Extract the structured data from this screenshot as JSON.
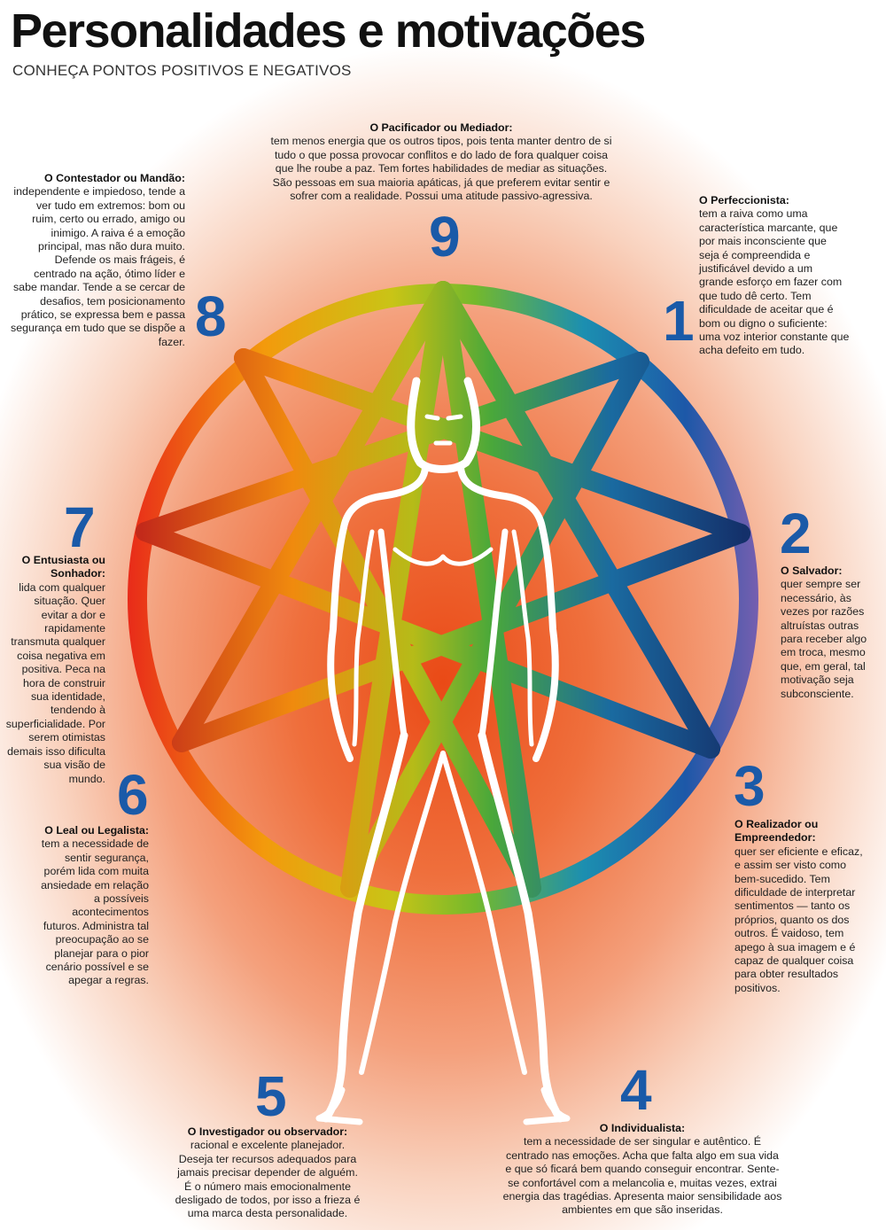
{
  "header": {
    "title": "Personalidades e motivações",
    "subtitle": "CONHEÇA PONTOS POSITIVOS E NEGATIVOS"
  },
  "types": [
    {
      "number": "1",
      "name": "O Perfeccionista:",
      "text": "tem a raiva como uma característica marcante, que por mais inconsciente que seja é compreendida e justificável devido a um grande esforço em fazer com que tudo dê certo. Tem dificuldade de aceitar que é bom ou digno o suficiente: uma voz interior constante que acha defeito em tudo."
    },
    {
      "number": "2",
      "name": "O Salvador:",
      "text": "quer sempre ser necessário, às vezes por razões altruístas outras para receber algo em troca, mesmo que, em geral, tal motivação seja subconsciente."
    },
    {
      "number": "3",
      "name": "O Realizador ou Empreendedor:",
      "text": "quer ser eficiente e eficaz, e assim ser visto como bem-sucedido. Tem dificuldade de interpretar sentimentos — tanto os próprios, quanto os dos outros. É vaidoso, tem apego à sua imagem e é capaz de qualquer coisa para obter resultados positivos."
    },
    {
      "number": "4",
      "name": "O Individualista:",
      "text": "tem a necessidade de ser singular e autêntico. É centrado nas emoções. Acha que falta algo em sua vida e que só ficará bem quando conseguir encontrar. Sente-se confortável com a melancolia e, muitas vezes, extrai energia das tragédias. Apresenta maior sensibilidade aos ambientes em que são inseridas."
    },
    {
      "number": "5",
      "name": "O Investigador ou observador:",
      "text": "racional e excelente planejador. Deseja ter recursos adequados para jamais precisar depender de alguém. É o número mais emocionalmente desligado de todos, por isso a frieza é uma marca desta personalidade."
    },
    {
      "number": "6",
      "name": "O Leal ou Legalista:",
      "text": "tem a necessidade de sentir segurança, porém lida com muita ansiedade em relação a possíveis acontecimentos futuros. Administra tal preocupação ao se planejar para o pior cenário possível e se apegar a regras."
    },
    {
      "number": "7",
      "name": "O Entusiasta ou Sonhador:",
      "text": "lida com qualquer situação. Quer evitar a dor e rapidamente transmuta qualquer coisa negativa em positiva. Peca na hora de construir sua identidade, tendendo à superficialidade. Por serem otimistas demais isso dificulta sua visão de mundo."
    },
    {
      "number": "8",
      "name": "O Contestador ou Mandão:",
      "text": "independente e impiedoso, tende a ver tudo em extremos: bom ou ruim, certo ou errado, amigo ou inimigo. A raiva é a emoção principal, mas não dura muito. Defende os mais frágeis, é centrado na ação, ótimo líder e sabe mandar. Tende a se cercar de desafios, tem posicionamento prático, se expressa bem e passa segurança em tudo que se dispõe a fazer."
    },
    {
      "number": "9",
      "name": "O Pacificador ou Mediador:",
      "text": "tem menos energia que os outros tipos, pois tenta manter dentro de si tudo o que possa provocar conflitos e do lado de fora qualquer coisa que lhe roube a paz.  Tem fortes habilidades de mediar as situações. São pessoas em sua maioria apáticas, já que preferem evitar sentir e sofrer com a realidade. Possui uma atitude passivo-agressiva."
    }
  ]
}
